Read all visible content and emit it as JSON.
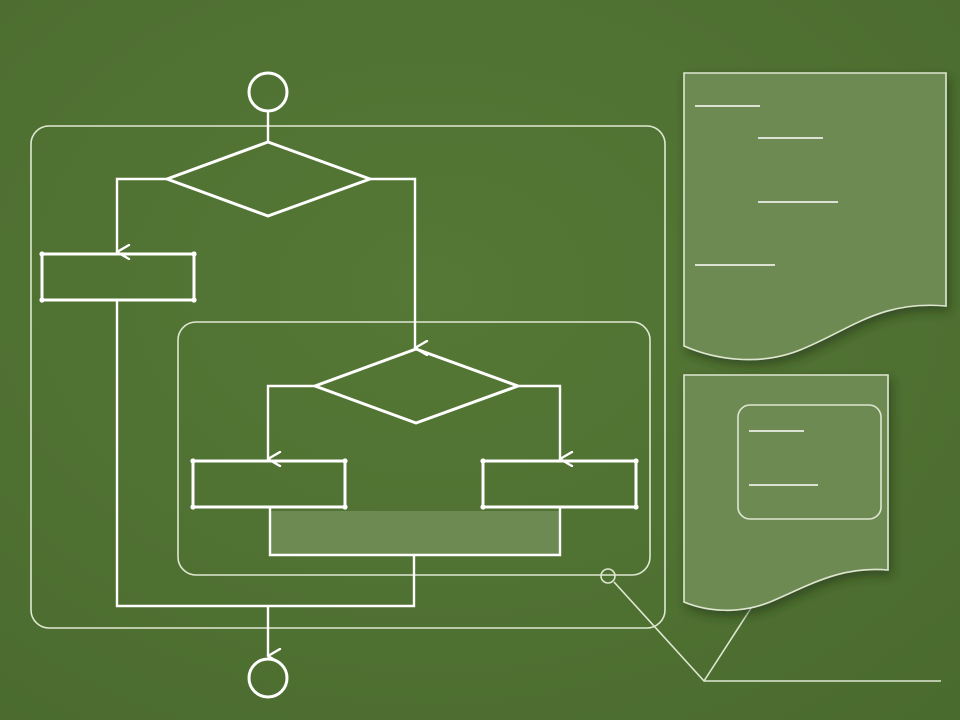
{
  "colors": {
    "background": "#517433",
    "background_edge": "#4a6b2e",
    "line": "#ffffff",
    "frame": "#dfe8d2",
    "panel_fill": "#6e8a53",
    "panel_stroke": "#dde6d0"
  },
  "diagram": {
    "nodes": [
      "start-terminal",
      "decision-outer",
      "process-left",
      "decision-inner",
      "process-inner-left",
      "process-inner-right",
      "merge-bar",
      "end-terminal"
    ],
    "note_panels": [
      "note-page-top",
      "note-page-bottom"
    ]
  }
}
